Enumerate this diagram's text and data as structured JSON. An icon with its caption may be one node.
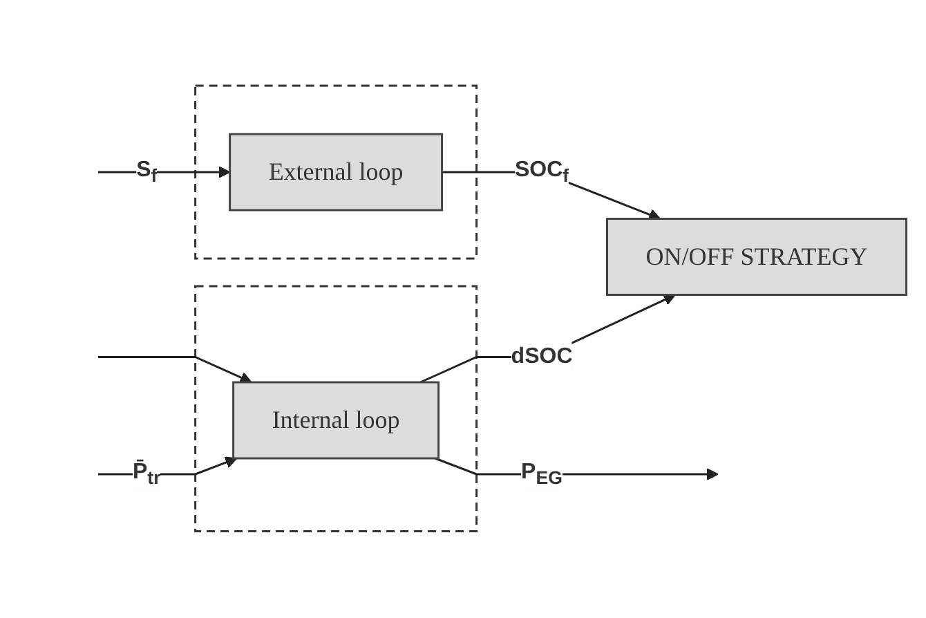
{
  "diagram": {
    "nodes": [
      {
        "text": [],
        "shape": "box"
      },
      {
        "text": [
          "External loop"
        ],
        "in": 0
      },
      {
        "text": [
          "ON/OFF STRATEGY"
        ]
      },
      {
        "text": [],
        "shape": "box"
      },
      {
        "text": [
          "Internal loop"
        ],
        "in": 3
      }
    ],
    "edges": [
      {
        "from": null,
        "to": 1,
        "arrow": "to",
        "label": "S$_{f}$"
      },
      {
        "from": null,
        "to": 4,
        "arrow": "to"
      },
      {
        "from": 1,
        "to": 2,
        "arrow": "to",
        "label": "SOC$_{f}$"
      },
      {
        "from": 4,
        "to": 2,
        "arrow": "to",
        "label": "dSOC"
      },
      {
        "from": null,
        "to": 4,
        "arrow": "to",
        "label": "P̄$_{tr}$"
      },
      {
        "from": 4,
        "to": null,
        "arrow": "to",
        "label": "P$_{EG}$"
      }
    ]
  }
}
